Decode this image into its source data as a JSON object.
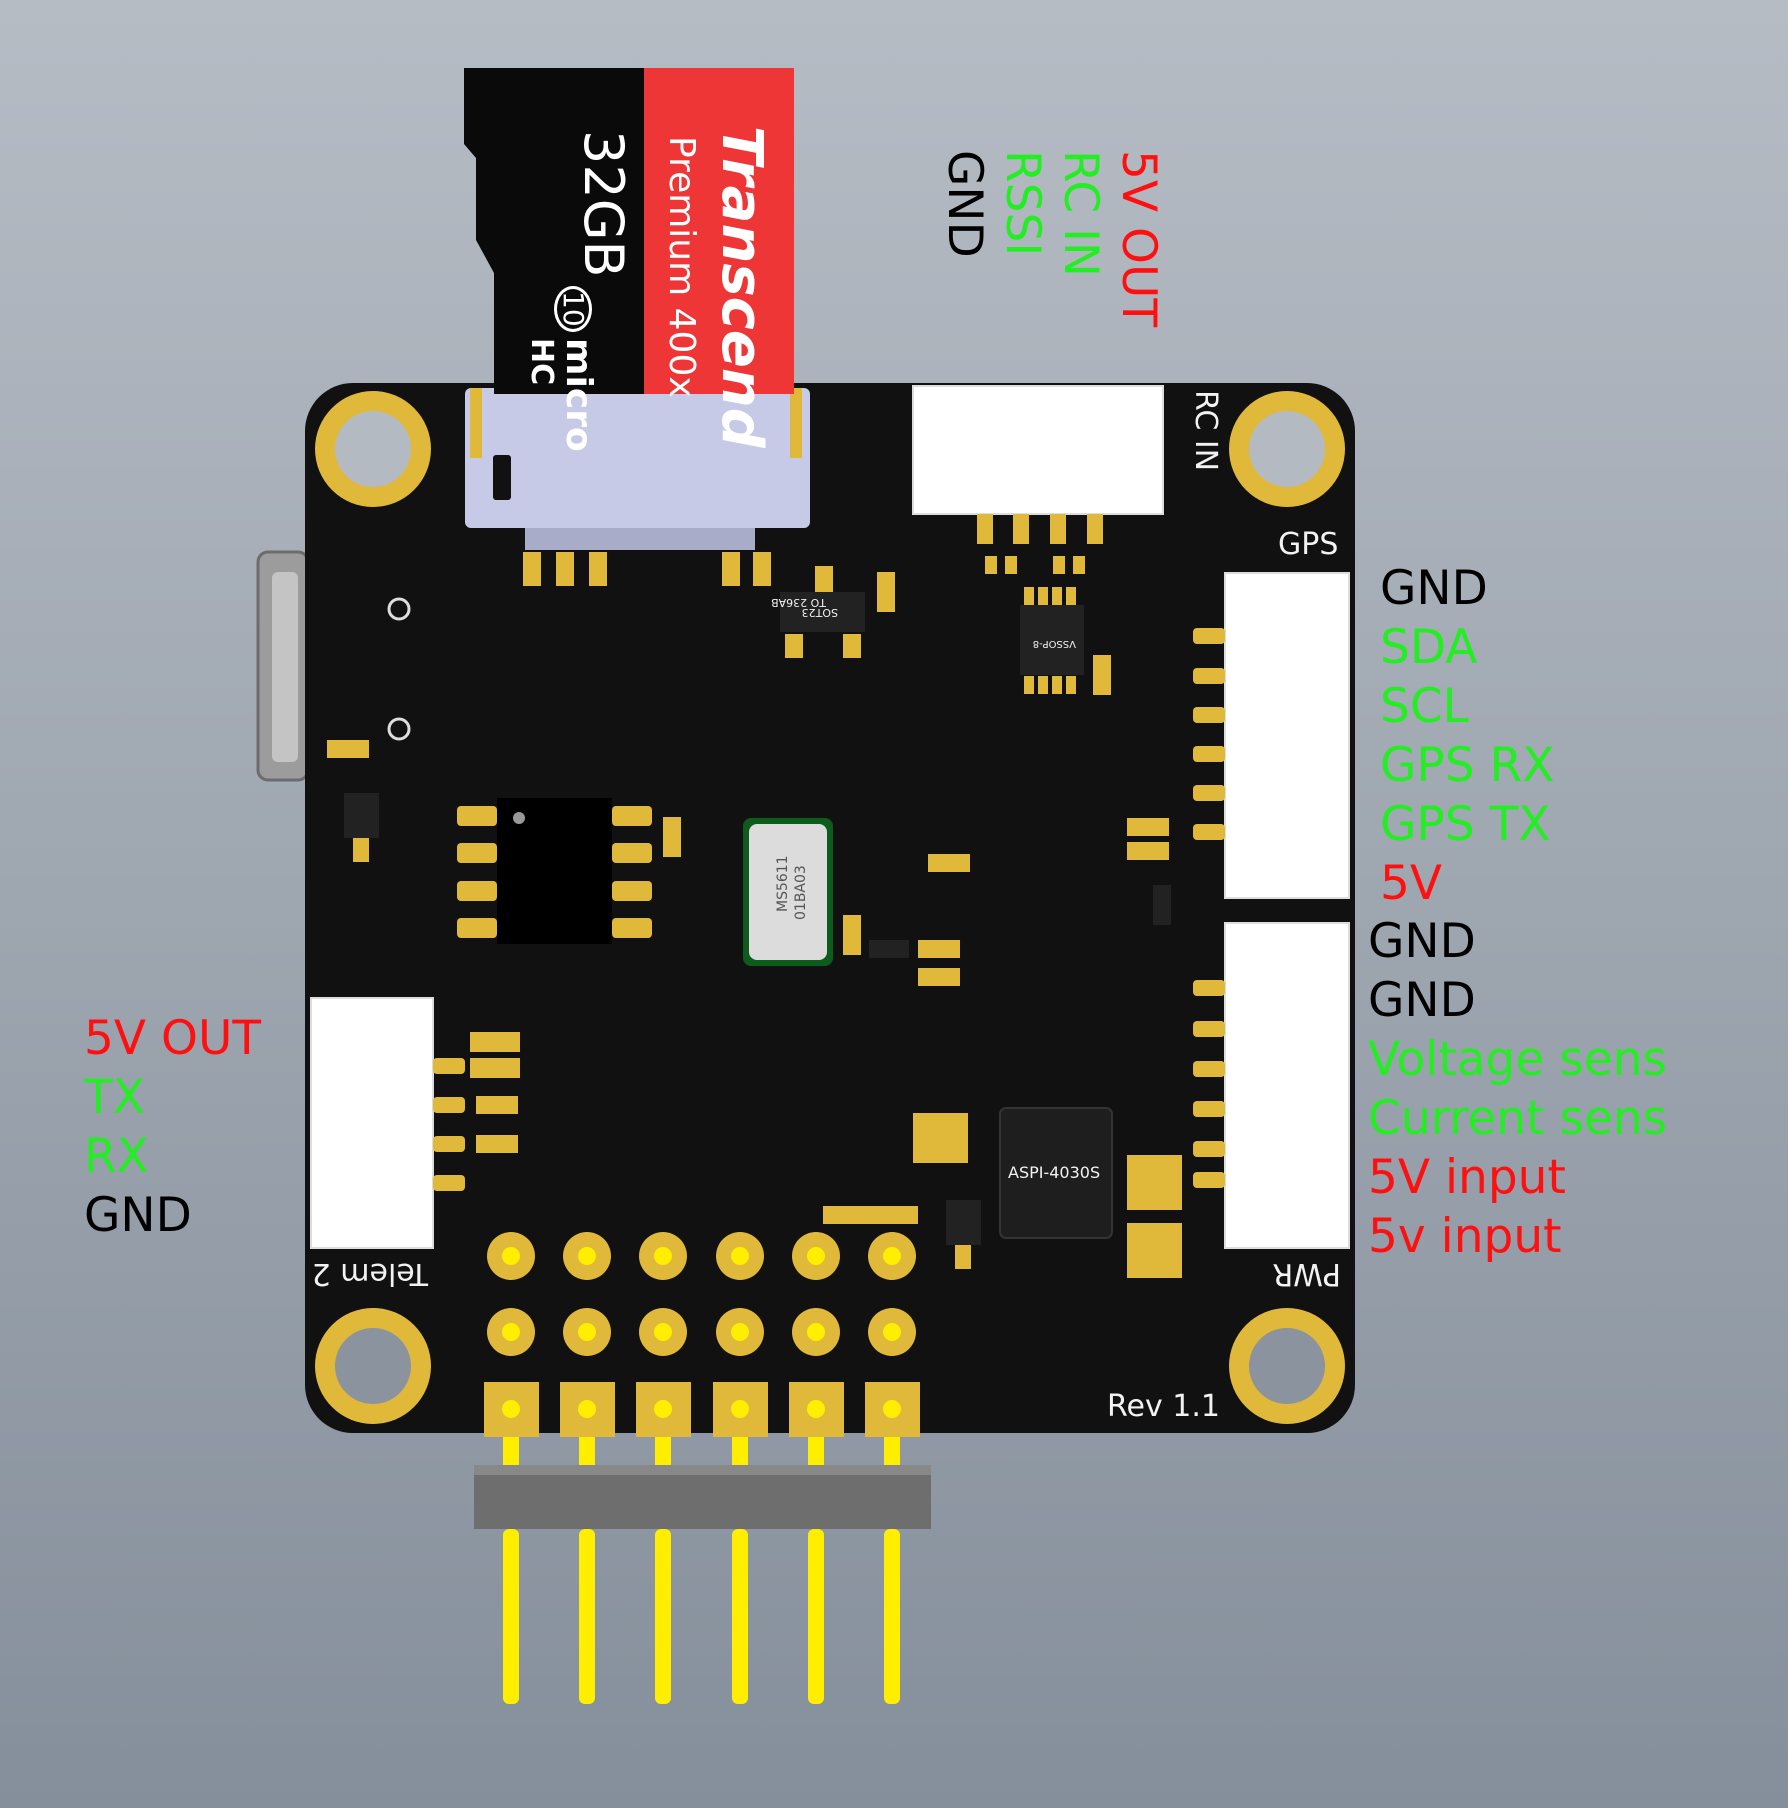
{
  "colors": {
    "red": "#ff1010",
    "green": "#22ee22",
    "black": "#000000",
    "pcb": "#111111",
    "gold": "#e0b83a",
    "pin": "#ffee00"
  },
  "top_labels": [
    {
      "text": "5V OUT",
      "color": "red"
    },
    {
      "text": "RC IN",
      "color": "green"
    },
    {
      "text": "RSSI",
      "color": "green"
    },
    {
      "text": "GND",
      "color": "black"
    }
  ],
  "gps_labels": [
    {
      "text": "GND",
      "color": "black"
    },
    {
      "text": "SDA",
      "color": "green"
    },
    {
      "text": "SCL",
      "color": "green"
    },
    {
      "text": "GPS RX",
      "color": "green"
    },
    {
      "text": "GPS TX",
      "color": "green"
    },
    {
      "text": "5V",
      "color": "red"
    }
  ],
  "pwr_labels": [
    {
      "text": "GND",
      "color": "black"
    },
    {
      "text": "GND",
      "color": "black"
    },
    {
      "text": "Voltage sens",
      "color": "green"
    },
    {
      "text": "Current sens",
      "color": "green"
    },
    {
      "text": "5V input",
      "color": "red"
    },
    {
      "text": "5v input",
      "color": "red"
    }
  ],
  "telem_labels": [
    {
      "text": "5V OUT",
      "color": "red"
    },
    {
      "text": "TX",
      "color": "green"
    },
    {
      "text": "RX",
      "color": "green"
    },
    {
      "text": "GND",
      "color": "black"
    }
  ],
  "board": {
    "silk_rc_in": "RC IN",
    "silk_gps": "GPS",
    "silk_telem": "Telem 2",
    "silk_pwr": "PWR",
    "silk_rev": "Rev 1.1",
    "chip_aspi": "ASPI-4030S",
    "chip_sot23": "SOT23",
    "chip_to": "TO 236AB",
    "chip_vssop": "VSSOP-8",
    "baro_line1": "MS5611",
    "baro_line2": "01BA03"
  },
  "sdcard": {
    "brand": "Transcend",
    "line": "Premium 400x",
    "capacity": "32GB",
    "class": "10",
    "type": "micro",
    "hc": "HC"
  }
}
